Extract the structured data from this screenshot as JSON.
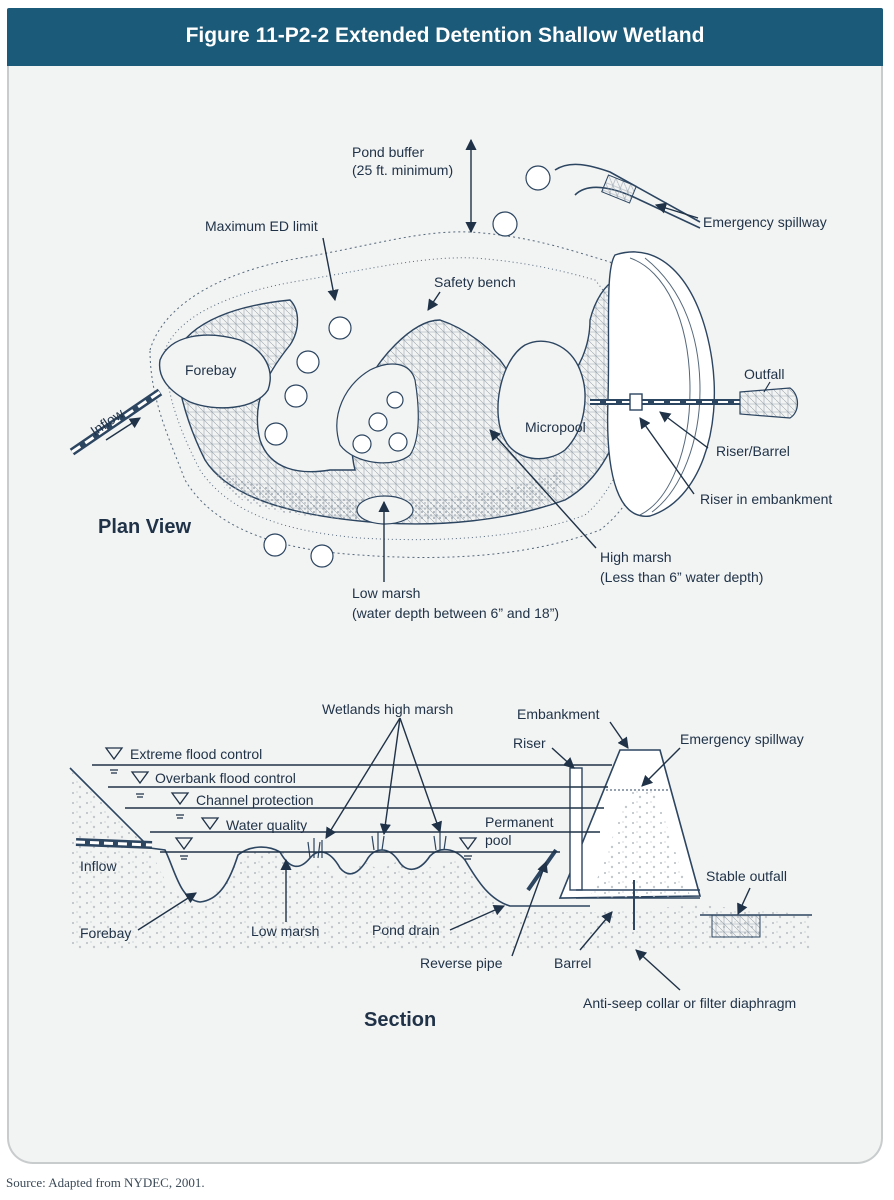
{
  "title": "Figure 11-P2-2  Extended Detention Shallow Wetland",
  "source": "Source: Adapted from NYDEC, 2001.",
  "plan": {
    "heading": "Plan View",
    "labels": {
      "pond_buffer": "Pond buffer",
      "pond_buffer_min": "(25 ft. minimum)",
      "emergency_spillway": "Emergency spillway",
      "maximum_ed_limit": "Maximum ED limit",
      "safety_bench": "Safety bench",
      "forebay": "Forebay",
      "inflow": "Inflow",
      "outfall": "Outfall",
      "micropool": "Micropool",
      "riser_barrel": "Riser/Barrel",
      "riser_in_embankment": "Riser in embankment",
      "high_marsh": "High marsh",
      "high_marsh_depth": "(Less than 6” water depth)",
      "low_marsh": "Low marsh",
      "low_marsh_depth": "(water depth between 6” and 18”)"
    }
  },
  "section": {
    "heading": "Section",
    "labels": {
      "wetlands_high_marsh": "Wetlands high marsh",
      "embankment": "Embankment",
      "emergency_spillway": "Emergency spillway",
      "riser": "Riser",
      "extreme_flood_control": "Extreme flood control",
      "overbank_flood_control": "Overbank flood control",
      "channel_protection": "Channel protection",
      "water_quality": "Water quality",
      "permanent_pool_1": "Permanent",
      "permanent_pool_2": "pool",
      "inflow": "Inflow",
      "stable_outfall": "Stable outfall",
      "forebay": "Forebay",
      "low_marsh": "Low marsh",
      "pond_drain": "Pond drain",
      "reverse_pipe": "Reverse pipe",
      "barrel": "Barrel",
      "anti_seep": "Anti-seep collar or filter diaphragm"
    }
  },
  "colors": {
    "header": "#1b5a78",
    "panel": "#f2f3f3",
    "ink": "#1f3247"
  }
}
